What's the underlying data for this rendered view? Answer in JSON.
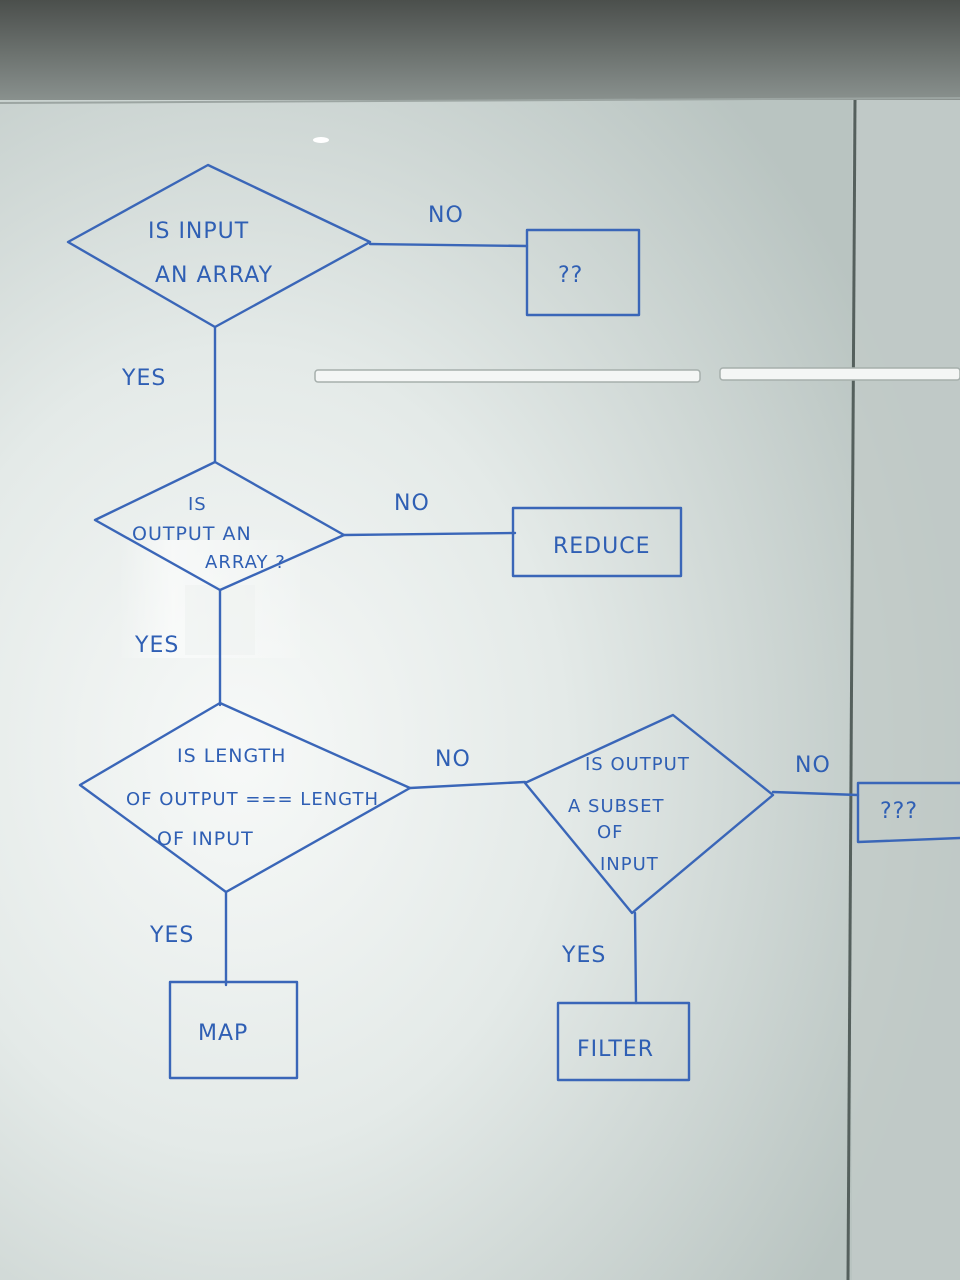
{
  "flowchart": {
    "decision1": {
      "line1": "IS INPUT",
      "line2": "AN ARRAY"
    },
    "decision1_no_label": "NO",
    "decision1_no_result": "??",
    "decision1_yes_label": "YES",
    "decision2": {
      "line1": "IS",
      "line2": "OUTPUT AN",
      "line3": "ARRAY ?"
    },
    "decision2_no_label": "NO",
    "decision2_no_result": "REDUCE",
    "decision2_yes_label": "YES",
    "decision3": {
      "line1": "IS LENGTH",
      "line2": "OF OUTPUT === LENGTH",
      "line3": "OF INPUT"
    },
    "decision3_no_label": "NO",
    "decision3_yes_label": "YES",
    "decision3_yes_result": "MAP",
    "decision4": {
      "line1": "IS OUTPUT",
      "line2": "A SUBSET",
      "line3": "OF",
      "line4": "INPUT"
    },
    "decision4_no_label": "NO",
    "decision4_no_result": "???",
    "decision4_yes_label": "YES",
    "decision4_yes_result": "FILTER"
  },
  "colors": {
    "marker": "#2f5fb4",
    "board": "#dfe6e4",
    "frame_wall": "#8e9a98"
  }
}
